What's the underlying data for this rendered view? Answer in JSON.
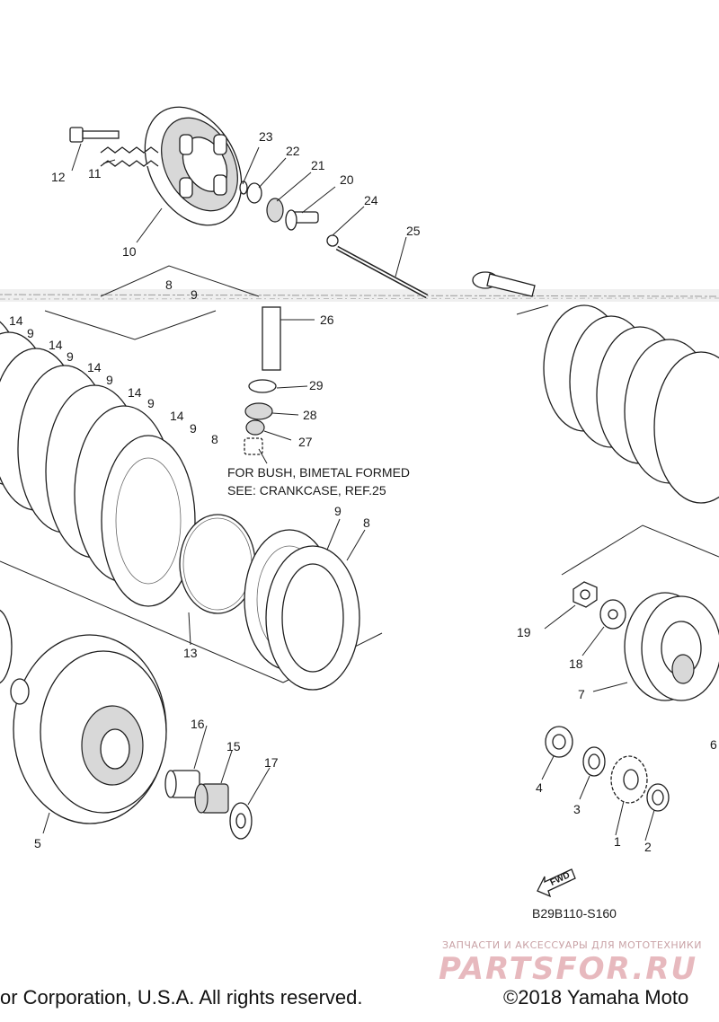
{
  "callouts": {
    "p1": "1",
    "p2": "2",
    "p3": "3",
    "p4": "4",
    "p5": "5",
    "p6": "6",
    "p7": "7",
    "p8a": "8",
    "p8b": "8",
    "p8c": "8",
    "p9a": "9",
    "p9b": "9",
    "p9c": "9",
    "p9d": "9",
    "p9e": "9",
    "p9f": "9",
    "p9g": "9",
    "p10": "10",
    "p11": "11",
    "p12": "12",
    "p13": "13",
    "p14a": "14",
    "p14b": "14",
    "p14c": "14",
    "p14d": "14",
    "p14e": "14",
    "p15": "15",
    "p16": "16",
    "p17": "17",
    "p18": "18",
    "p19": "19",
    "p20": "20",
    "p21": "21",
    "p22": "22",
    "p23": "23",
    "p24": "24",
    "p25": "25",
    "p26": "26",
    "p27": "27",
    "p28": "28",
    "p29": "29"
  },
  "note": {
    "line1": "FOR BUSH, BIMETAL FORMED",
    "line2": "SEE: CRANKCASE, REF.25"
  },
  "fwd_label": "FWD",
  "diagram_code": "B29B110-S160",
  "watermark": {
    "tagline": "ЗАПЧАСТИ И АКСЕССУАРЫ ДЛЯ МОТОТЕХНИКИ",
    "logo": "PARTSFOR.RU"
  },
  "copyright": {
    "left": "or Corporation, U.S.A. All rights reserved.",
    "right": "©2018 Yamaha Moto"
  }
}
